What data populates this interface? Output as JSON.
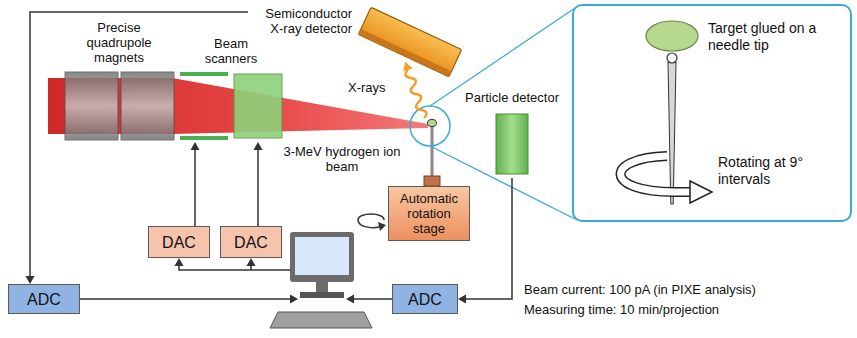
{
  "diagram": {
    "nodes": [
      {
        "text": [
          "Semiconductor X-ray detector"
        ]
      },
      {
        "text": [
          "Precise quadrupole magnets"
        ]
      },
      {
        "text": [
          "Beam scanners"
        ]
      },
      {
        "text": [
          "Particle detector"
        ]
      },
      {
        "text": [
          "Target glued on a needle tip",
          "Rotating at 9° intervals"
        ]
      },
      {
        "text": [
          "DAC"
        ]
      },
      {
        "text": [
          "DAC"
        ]
      },
      {
        "text": [
          "Automatic rotation stage"
        ]
      },
      {
        "text": [
          "ADC"
        ]
      },
      {
        "text": [
          "ADC"
        ]
      }
    ],
    "edges": [
      {
        "from": 0,
        "to": 8,
        "arrow": "to"
      },
      {
        "from": 5,
        "to": 2,
        "arrow": "to"
      },
      {
        "from": 6,
        "to": 2,
        "arrow": "to"
      },
      {
        "from": 3,
        "to": 9,
        "arrow": "to"
      }
    ],
    "labels": [
      "X-rays",
      "3-MeV hydrogen ion beam",
      "Beam current: 100 pA (in PIXE analysis)",
      "Measuring time: 10 min/projection"
    ]
  }
}
